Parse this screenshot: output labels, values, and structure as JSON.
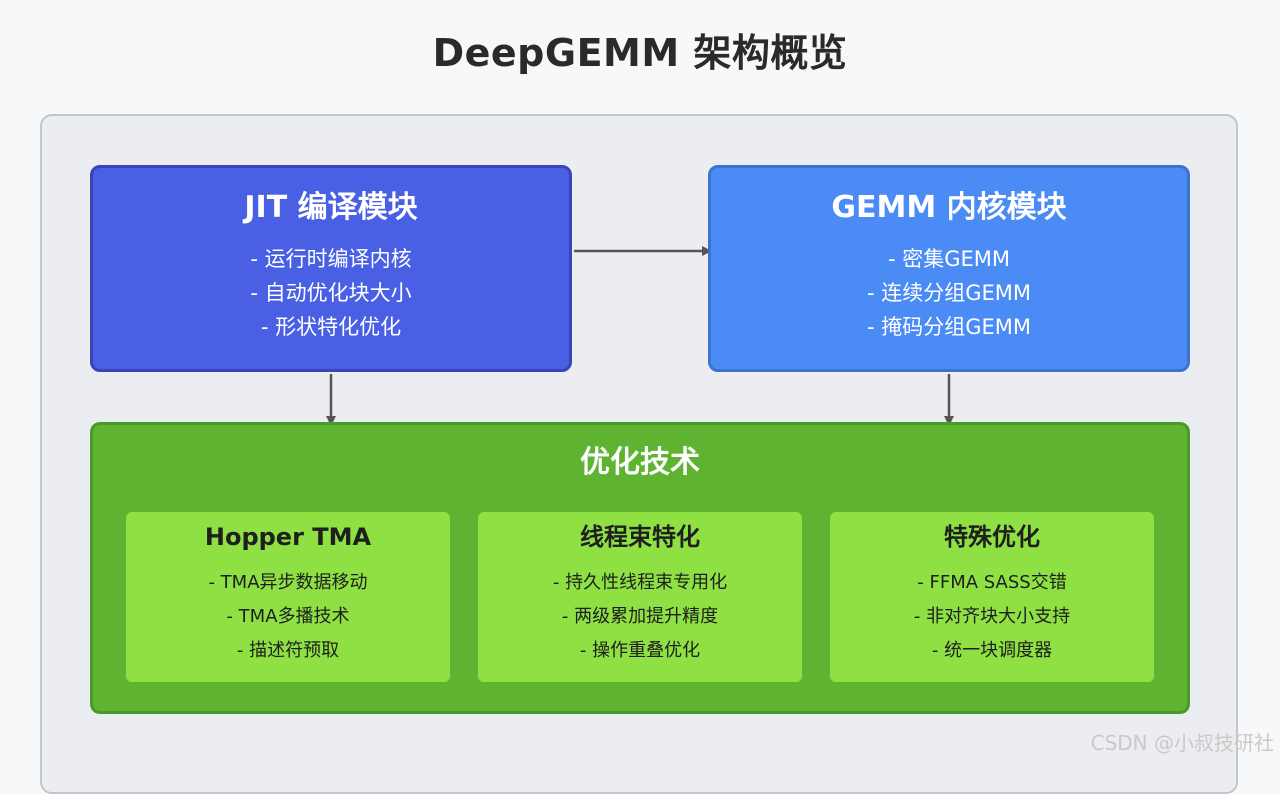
{
  "title": "DeepGEMM 架构概览",
  "jit_module": {
    "title": "JIT 编译模块",
    "items": [
      "- 运行时编译内核",
      "- 自动优化块大小",
      "- 形状特化优化"
    ]
  },
  "gemm_module": {
    "title": "GEMM 内核模块",
    "items": [
      "- 密集GEMM",
      "- 连续分组GEMM",
      "- 掩码分组GEMM"
    ]
  },
  "optimization": {
    "title": "优化技术",
    "cards": [
      {
        "title": "Hopper TMA",
        "items": [
          "- TMA异步数据移动",
          "- TMA多播技术",
          "- 描述符预取"
        ]
      },
      {
        "title": "线程束特化",
        "items": [
          "- 持久性线程束专用化",
          "- 两级累加提升精度",
          "- 操作重叠优化"
        ]
      },
      {
        "title": "特殊优化",
        "items": [
          "- FFMA SASS交错",
          "- 非对齐块大小支持",
          "- 统一块调度器"
        ]
      }
    ]
  },
  "watermark": "CSDN @小叔技研社",
  "colors": {
    "jit_fill": "#4a60e4",
    "gemm_fill": "#4b8bf6",
    "optimization_fill": "#5eb331",
    "card_fill": "#8ee043",
    "arrow": "#555555"
  }
}
